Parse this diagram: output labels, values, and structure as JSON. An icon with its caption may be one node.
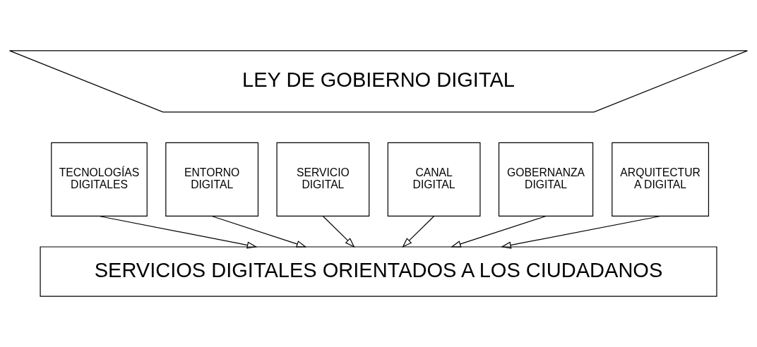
{
  "diagram": {
    "nodes": [
      {
        "text": [
          "LEY DE GOBIERNO DIGITAL"
        ]
      },
      {
        "text": [
          "TECNOLOGÍAS DIGITALES"
        ]
      },
      {
        "text": [
          "ENTORNO DIGITAL"
        ]
      },
      {
        "text": [
          "SERVICIO DIGITAL"
        ]
      },
      {
        "text": [
          "CANAL DIGITAL"
        ]
      },
      {
        "text": [
          "GOBERNANZA DIGITAL"
        ]
      },
      {
        "text": [
          "ARQUITECTUR A DIGITAL"
        ]
      },
      {
        "text": [
          "SERVICIOS DIGITALES ORIENTADOS A LOS CIUDADANOS"
        ]
      }
    ],
    "edges": [
      {
        "from": 1,
        "to": 7,
        "arrow": "to"
      },
      {
        "from": 2,
        "to": 7,
        "arrow": "to"
      },
      {
        "from": 3,
        "to": 7,
        "arrow": "to"
      },
      {
        "from": 4,
        "to": 7,
        "arrow": "to"
      },
      {
        "from": 5,
        "to": 7,
        "arrow": "to"
      },
      {
        "from": 6,
        "to": 7,
        "arrow": "to"
      }
    ]
  }
}
